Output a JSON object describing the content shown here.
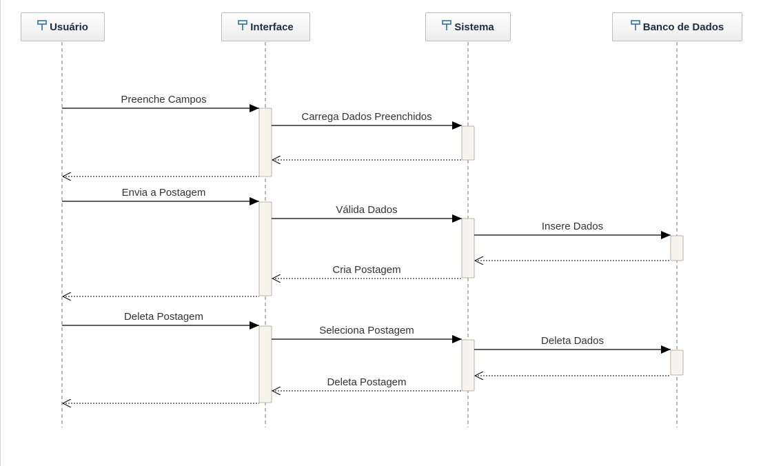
{
  "colors": {
    "lifeline_dash": "#8a8a8a",
    "message_line": "#000000",
    "activation_fill": "#f7f4ee",
    "activation_border": "#b8b2a6",
    "header_text": "#1f2d3d",
    "icon_blue": "#2a6fb0"
  },
  "lifelines": [
    {
      "id": "usuario",
      "label": "Usuário",
      "icon": "lifeline-icon"
    },
    {
      "id": "interface",
      "label": "Interface",
      "icon": "lifeline-icon"
    },
    {
      "id": "sistema",
      "label": "Sistema",
      "icon": "lifeline-icon"
    },
    {
      "id": "banco",
      "label": "Banco de Dados",
      "icon": "lifeline-icon"
    }
  ],
  "messages": [
    {
      "from": "usuario",
      "to": "interface",
      "label": "Preenche Campos",
      "kind": "sync"
    },
    {
      "from": "interface",
      "to": "sistema",
      "label": "Carrega Dados Preenchidos",
      "kind": "sync"
    },
    {
      "from": "sistema",
      "to": "interface",
      "label": "",
      "kind": "return"
    },
    {
      "from": "interface",
      "to": "usuario",
      "label": "",
      "kind": "return"
    },
    {
      "from": "usuario",
      "to": "interface",
      "label": "Envia a Postagem",
      "kind": "sync"
    },
    {
      "from": "interface",
      "to": "sistema",
      "label": "Válida Dados",
      "kind": "sync"
    },
    {
      "from": "sistema",
      "to": "banco",
      "label": "Insere Dados",
      "kind": "sync"
    },
    {
      "from": "banco",
      "to": "sistema",
      "label": "",
      "kind": "return"
    },
    {
      "from": "sistema",
      "to": "interface",
      "label": "Cria Postagem",
      "kind": "return"
    },
    {
      "from": "interface",
      "to": "usuario",
      "label": "",
      "kind": "return"
    },
    {
      "from": "usuario",
      "to": "interface",
      "label": "Deleta Postagem",
      "kind": "sync"
    },
    {
      "from": "interface",
      "to": "sistema",
      "label": "Seleciona Postagem",
      "kind": "sync"
    },
    {
      "from": "sistema",
      "to": "banco",
      "label": "Deleta Dados",
      "kind": "sync"
    },
    {
      "from": "banco",
      "to": "sistema",
      "label": "",
      "kind": "return"
    },
    {
      "from": "sistema",
      "to": "interface",
      "label": "Deleta Postagem",
      "kind": "return"
    },
    {
      "from": "interface",
      "to": "usuario",
      "label": "",
      "kind": "return"
    }
  ]
}
